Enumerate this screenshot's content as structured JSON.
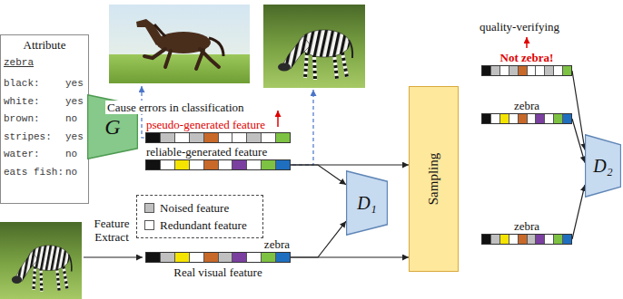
{
  "diagram": {
    "nodes": [
      {
        "text": [
          "Attribute",
          "zebra",
          "black:",
          "yes",
          "white:",
          "yes",
          "brown:",
          "no",
          "stripes:",
          "yes",
          "water:",
          "no",
          "eats fish:",
          "no"
        ]
      },
      {
        "text": [
          "G"
        ]
      },
      {
        "text": [
          "pseudo-generated feature"
        ]
      },
      {
        "text": [
          "reliable-generated feature"
        ]
      },
      {
        "text": [
          "zebra",
          "Real visual feature"
        ]
      },
      {
        "text": [
          "D₁"
        ]
      },
      {
        "text": [
          "Sampling"
        ]
      },
      {
        "text": [
          "Not zebra!"
        ]
      },
      {
        "text": [
          "zebra"
        ]
      },
      {
        "text": [
          "zebra"
        ]
      },
      {
        "text": [
          "D₂"
        ]
      }
    ],
    "edges": [
      {
        "from": 3,
        "to": 6,
        "arrow": "to"
      },
      {
        "from": 3,
        "to": 5,
        "arrow": "to"
      },
      {
        "from": 4,
        "to": 6,
        "arrow": "to"
      },
      {
        "from": 4,
        "to": 5,
        "arrow": "to"
      },
      {
        "from": 7,
        "to": 10,
        "arrow": "to"
      },
      {
        "from": 8,
        "to": 10,
        "arrow": "to"
      },
      {
        "from": 9,
        "to": 10,
        "arrow": "to"
      }
    ],
    "labels": [
      "Cause errors in classification",
      "Feature Extract",
      "quality-verifying"
    ],
    "legend": [
      {
        "text": "Noised feature",
        "color": "#c0c0c0"
      },
      {
        "text": "Redundant feature",
        "color": "#ffffff"
      }
    ]
  }
}
